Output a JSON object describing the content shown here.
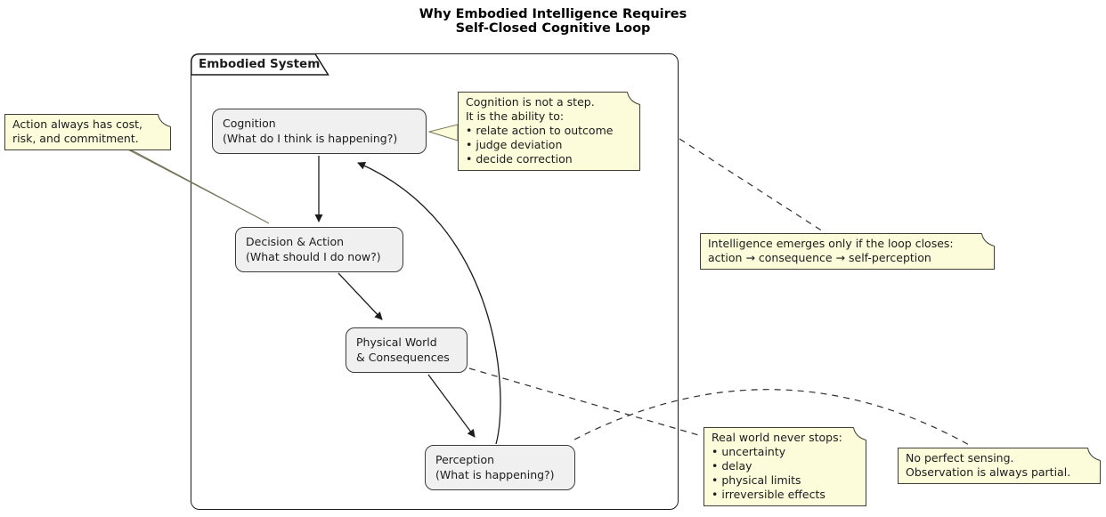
{
  "title": {
    "line1": "Why Embodied Intelligence Requires",
    "line2": "Self-Closed Cognitive Loop"
  },
  "frame": {
    "label": "Embodied System"
  },
  "nodes": {
    "cognition": {
      "line1": "Cognition",
      "line2": "(What do I think is happening?)"
    },
    "decision": {
      "line1": "Decision & Action",
      "line2": "(What should I do now?)"
    },
    "physical": {
      "line1": "Physical World",
      "line2": "& Consequences"
    },
    "perception": {
      "line1": "Perception",
      "line2": "(What is happening?)"
    }
  },
  "notes": {
    "action_cost": {
      "lines": [
        "Action always has cost,",
        "risk, and commitment."
      ]
    },
    "cognition_def": {
      "lines": [
        "Cognition is not a step.",
        "It is the ability to:",
        "• relate action to outcome",
        "• judge deviation",
        "• decide correction"
      ]
    },
    "loop_closure": {
      "lines": [
        "Intelligence emerges only if the loop closes:",
        "action → consequence → self-perception"
      ]
    },
    "real_world": {
      "lines": [
        "Real world never stops:",
        "• uncertainty",
        "• delay",
        "• physical limits",
        "• irreversible effects"
      ]
    },
    "sensing": {
      "lines": [
        "No perfect sensing.",
        "Observation is always partial."
      ]
    }
  },
  "colors": {
    "background": "#ffffff",
    "text": "#1c1c1c",
    "edge": "#1c1c1c",
    "node_fill": "#f0f0f0",
    "node_border": "#3a3a3a",
    "note_fill": "#fcfcdb",
    "note_border": "#3f3f33"
  }
}
